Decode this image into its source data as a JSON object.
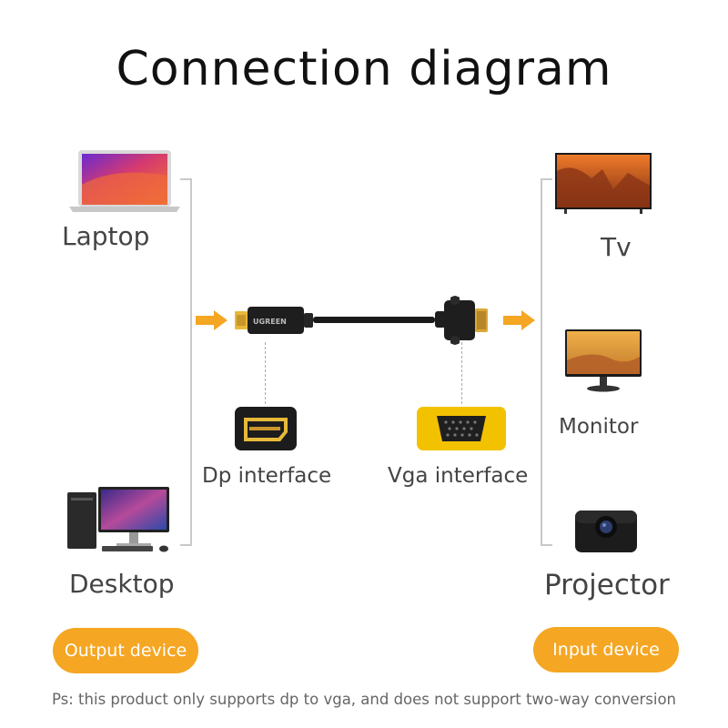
{
  "title": "Connection diagram",
  "output_devices": [
    {
      "label": "Laptop",
      "icon": "laptop-icon"
    },
    {
      "label": "Desktop",
      "icon": "desktop-computer-icon"
    }
  ],
  "input_devices": [
    {
      "label": "Tv",
      "icon": "tv-icon"
    },
    {
      "label": "Monitor",
      "icon": "monitor-icon"
    },
    {
      "label": "Projector",
      "icon": "projector-icon"
    }
  ],
  "cable": {
    "brand": "UGREEN",
    "icon": "dp-to-vga-cable-icon"
  },
  "interfaces": [
    {
      "label": "Dp interface",
      "icon": "displayport-connector-icon"
    },
    {
      "label": "Vga interface",
      "icon": "vga-connector-icon"
    }
  ],
  "output_badge": "Output device",
  "input_badge": "Input device",
  "note": "Ps: this product only supports dp to vga, and does not support two-way conversion",
  "colors": {
    "accent": "#f5a623",
    "bracket": "#c9c9c9",
    "connector_gold": "#e6b93a"
  }
}
